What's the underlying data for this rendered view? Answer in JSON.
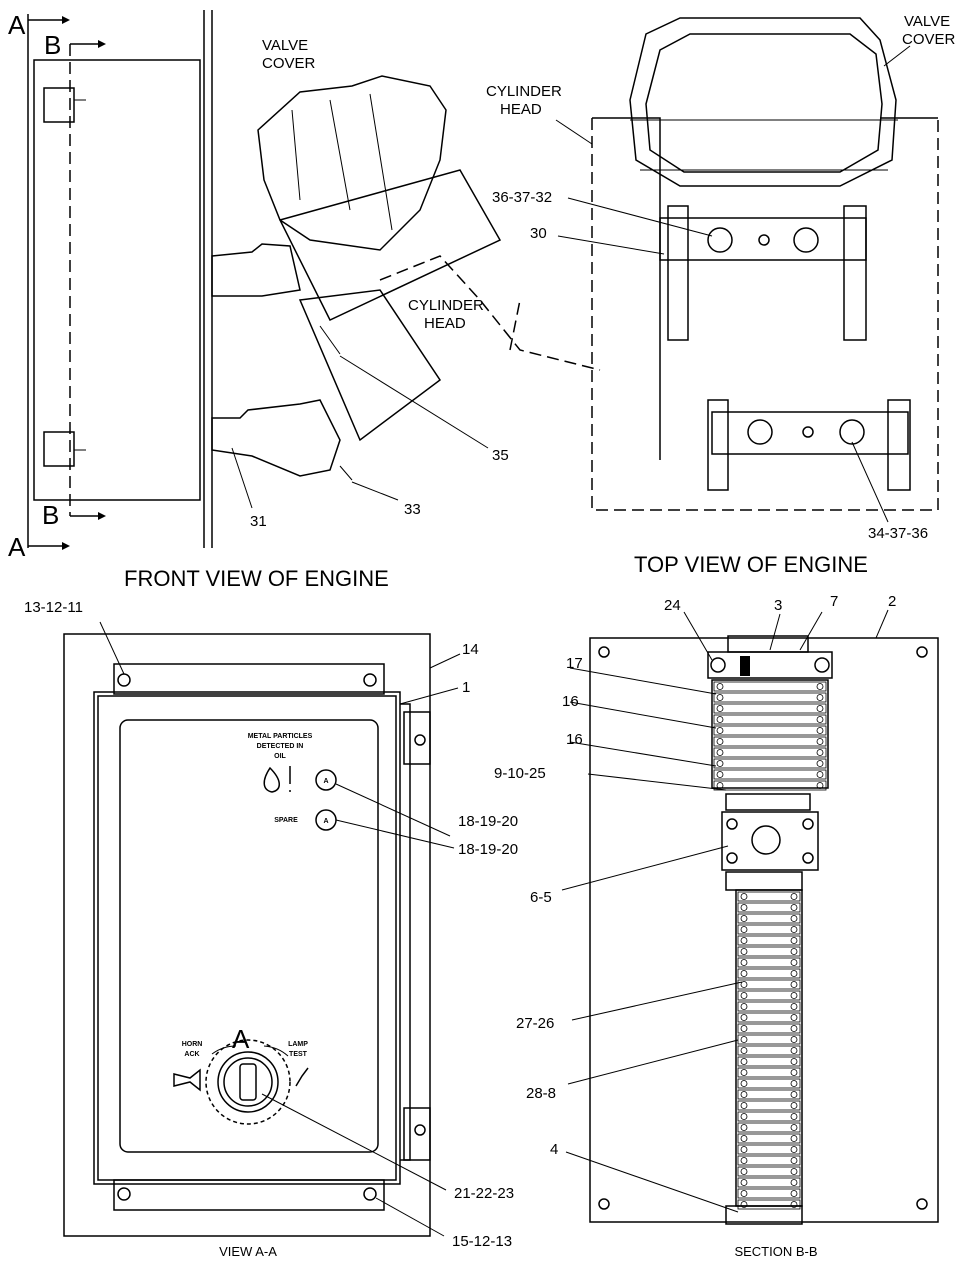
{
  "section_markers": {
    "a": "A",
    "b": "B"
  },
  "front_view": {
    "title": "FRONT VIEW OF ENGINE",
    "valve_cover": [
      "VALVE",
      "COVER"
    ],
    "cylinder_head": [
      "CYLINDER",
      "HEAD"
    ],
    "callouts": [
      "35",
      "33",
      "31"
    ]
  },
  "top_view": {
    "title": "TOP VIEW OF ENGINE",
    "valve_cover": [
      "VALVE",
      "COVER"
    ],
    "cylinder_head": [
      "CYLINDER",
      "HEAD"
    ],
    "callouts": [
      "36-37-32",
      "30",
      "34-37-36"
    ]
  },
  "view_aa": {
    "title": "VIEW A-A",
    "panel_text": {
      "metal_particles": [
        "METAL PARTICLES",
        "DETECTED IN",
        "OIL"
      ],
      "spare": "SPARE",
      "lamp_a": "A",
      "big_a": "A",
      "horn_ack": [
        "HORN",
        "ACK"
      ],
      "lamp_test": [
        "LAMP",
        "TEST"
      ]
    },
    "callouts": [
      "13-12-11",
      "14",
      "1",
      "18-19-20",
      "18-19-20",
      "21-22-23",
      "15-12-13"
    ]
  },
  "section_bb": {
    "title": "SECTION B-B",
    "callouts": [
      "24",
      "3",
      "7",
      "2",
      "17",
      "16",
      "16",
      "9-10-25",
      "6-5",
      "27-26",
      "28-8",
      "4"
    ]
  }
}
